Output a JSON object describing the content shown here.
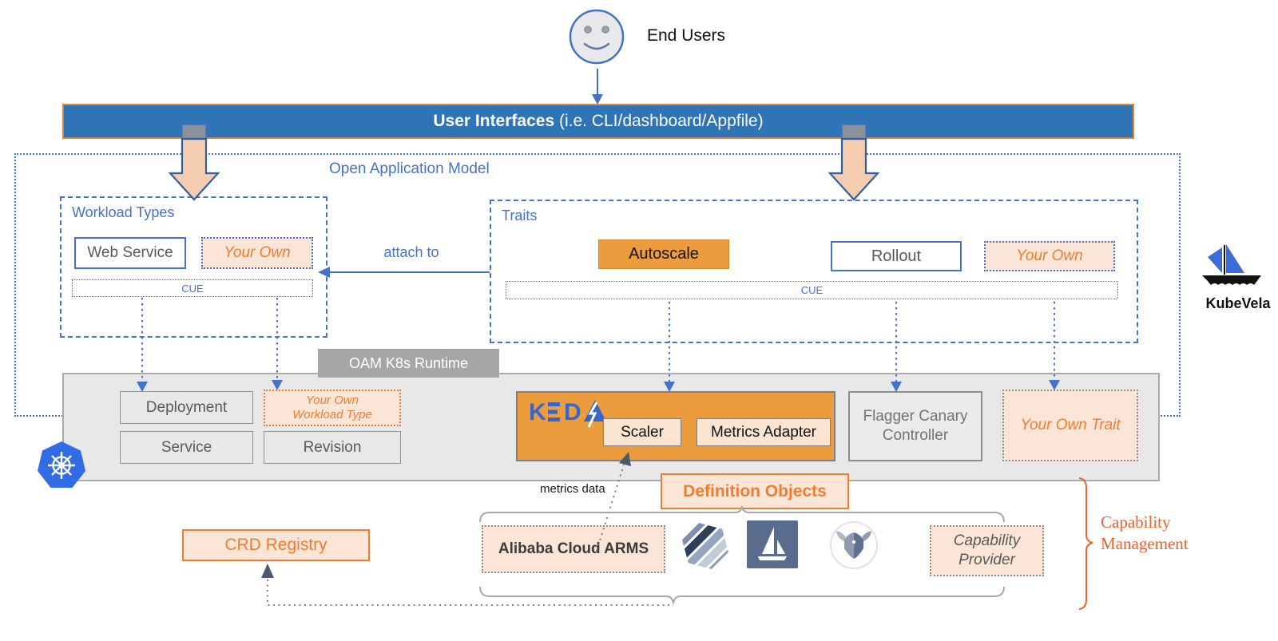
{
  "header": {
    "end_users": "End Users",
    "banner_bold": "User Interfaces",
    "banner_rest": " (i.e. CLI/dashboard/Appfile)"
  },
  "oam": {
    "label": "Open Application Model",
    "attach_to": "attach to",
    "workload_types": {
      "title": "Workload Types",
      "web_service": "Web Service",
      "your_own": "Your Own",
      "cue": "CUE"
    },
    "traits": {
      "title": "Traits",
      "autoscale": "Autoscale",
      "rollout": "Rollout",
      "your_own": "Your Own",
      "cue": "CUE"
    }
  },
  "runtime": {
    "label": "OAM K8s Runtime",
    "deployment": "Deployment",
    "service": "Service",
    "revision": "Revision",
    "your_own_workload_type": {
      "line1": "Your Own",
      "line2": "Workload Type"
    },
    "keda": {
      "scaler": "Scaler",
      "metrics_adapter": "Metrics Adapter"
    },
    "flagger": {
      "line1": "Flagger Canary",
      "line2": "Controller"
    },
    "your_own_trait": "Your Own Trait"
  },
  "bottom": {
    "definition_objects": "Definition Objects",
    "metrics_data": "metrics data",
    "crd_registry": "CRD Registry",
    "alibaba_arms": "Alibaba Cloud ARMS",
    "capability_provider": {
      "line1": "Capability",
      "line2": "Provider"
    },
    "capability_management": {
      "line1": "Capability",
      "line2": "Management"
    }
  },
  "branding": {
    "kubevela": "KubeVela"
  },
  "colors": {
    "banner_blue": "#2E74B6",
    "diagram_blue": "#4472C4",
    "accent_orange": "#ED7D31",
    "fill_orange": "#EC9C3D",
    "peach": "#FBE5D6",
    "runtime_gray": "#E8E8E8",
    "kubernetes_blue": "#326CE5"
  }
}
